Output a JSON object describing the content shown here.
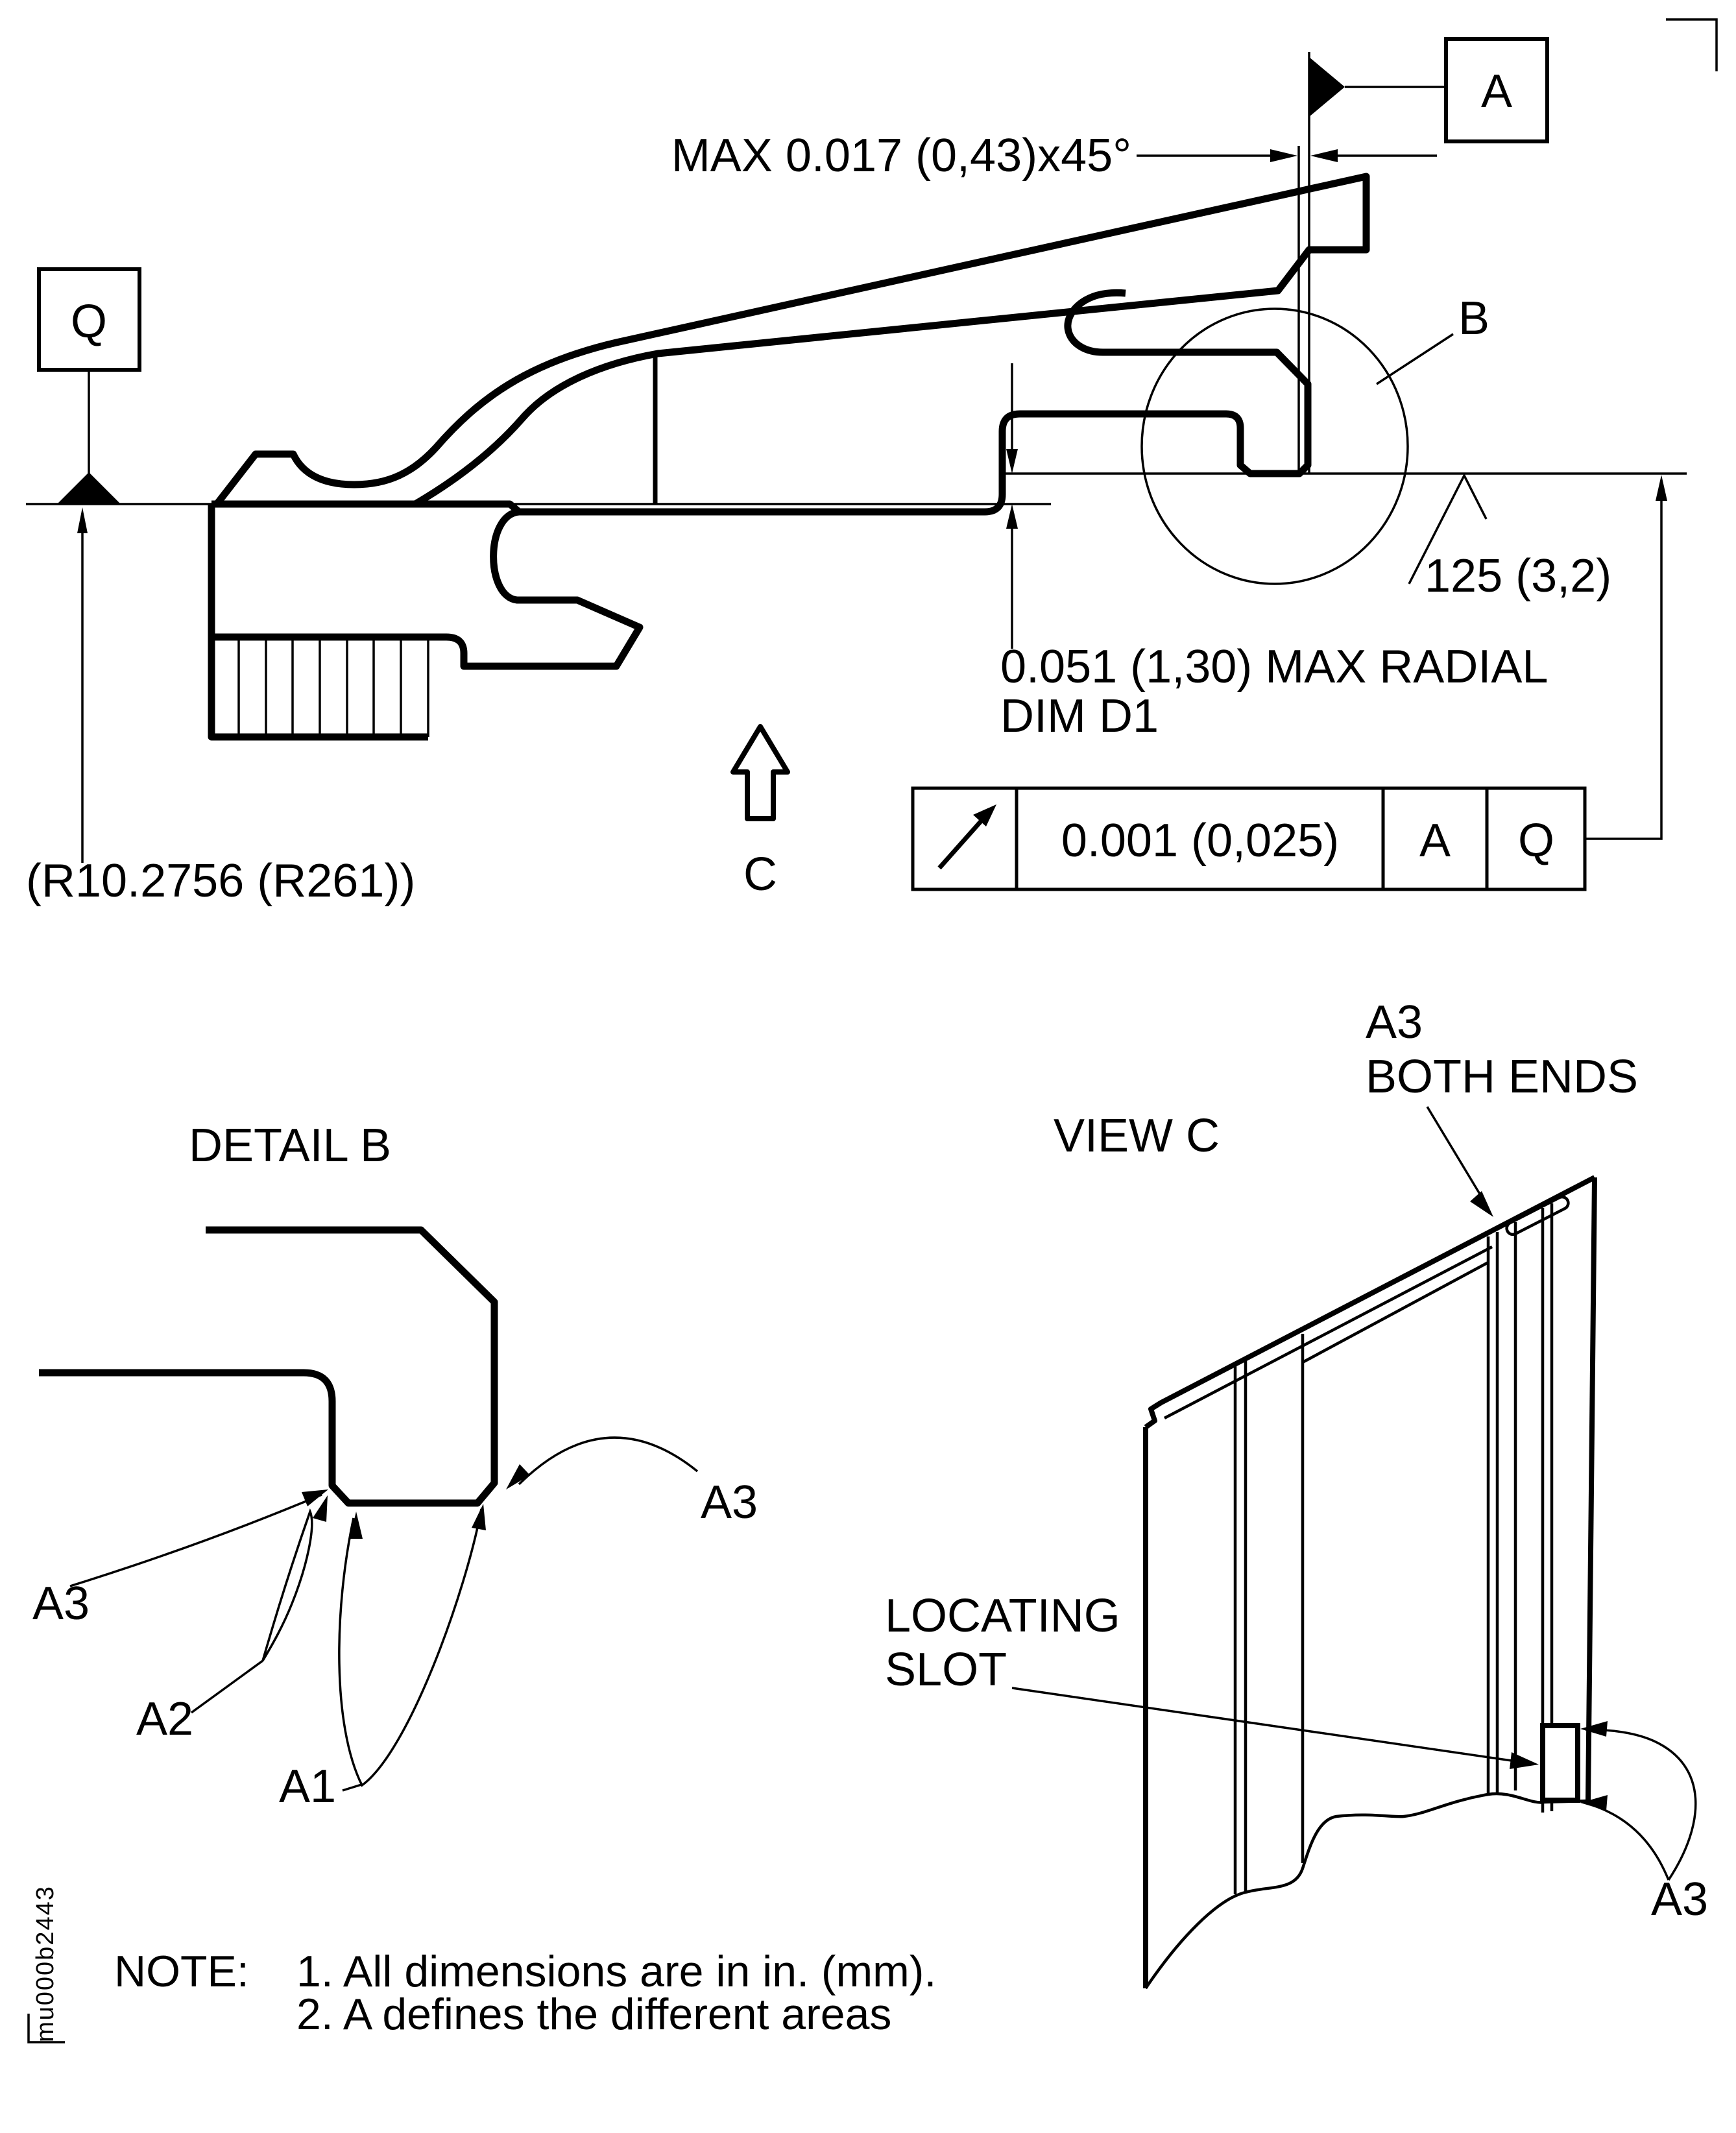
{
  "page": {
    "background": "#ffffff",
    "ink": "#000000"
  },
  "doc_code": "mu000b2443",
  "main_view": {
    "chamfer_dim": "MAX 0.017 (0,43)x45°",
    "datum_a_label": "A",
    "datum_q_label": "Q",
    "detail_circle_label": "B",
    "surface_finish": "125 (3,2)",
    "radial_dim_line1": "0.051 (1,30) MAX RADIAL",
    "radial_dim_line2": "DIM D1",
    "radius_ref": "(R10.2756 (R261))",
    "view_arrow_label": "C",
    "fcf": {
      "symbol_name": "circular-runout-arrow",
      "tolerance": "0.001 (0,025)",
      "datum_primary": "A",
      "datum_secondary": "Q"
    }
  },
  "detail_b": {
    "title": "DETAIL B",
    "label_a3_left": "A3",
    "label_a3_right": "A3",
    "label_a2": "A2",
    "label_a1": "A1"
  },
  "view_c": {
    "title": "VIEW C",
    "callout_line1": "A3",
    "callout_line2": "BOTH ENDS",
    "slot_callout_line1": "LOCATING",
    "slot_callout_line2": "SLOT",
    "label_a3_slot": "A3"
  },
  "notes": {
    "heading": "NOTE:",
    "item1": "1. All dimensions are in in. (mm).",
    "item2": "2. A defines the different areas"
  }
}
